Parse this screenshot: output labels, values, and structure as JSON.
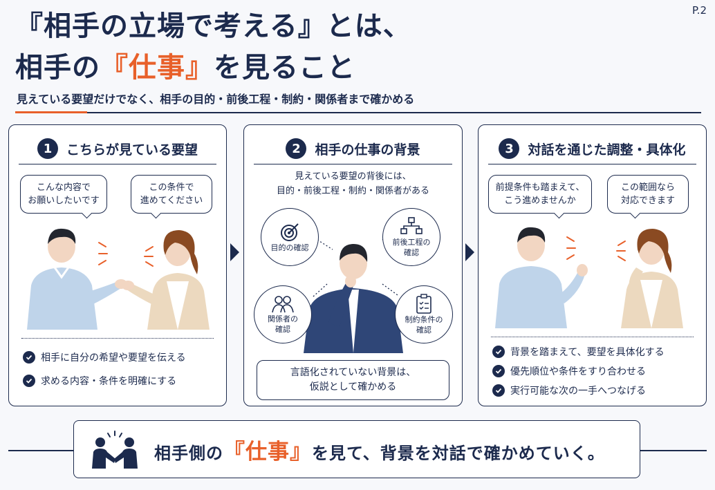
{
  "page_number": "P.2",
  "title": {
    "line1": "『相手の立場で考える』とは、",
    "line2_prefix": "相手の",
    "line2_accent": "『仕事』",
    "line2_suffix": "を見ること"
  },
  "subtitle": "見えている要望だけでなく、相手の目的・前後工程・制約・関係者まで確かめる",
  "colors": {
    "navy": "#1c2a4d",
    "accent": "#e8602a",
    "background": "#f7f8fb"
  },
  "panel1": {
    "number": "1",
    "title": "こちらが見ている要望",
    "bubble_left": [
      "こんな内容で",
      "お願いしたいです"
    ],
    "bubble_right": [
      "この条件で",
      "進めてください"
    ],
    "checks": [
      "相手に自分の希望や要望を伝える",
      "求める内容・条件を明確にする"
    ]
  },
  "panel2": {
    "number": "2",
    "title": "相手の仕事の背景",
    "intro": [
      "見えている要望の背後には、",
      "目的・前後工程・制約・関係者がある"
    ],
    "circles": {
      "purpose": {
        "label": [
          "目的の確認"
        ],
        "icon": "target-icon"
      },
      "process": {
        "label": [
          "前後工程の",
          "確認"
        ],
        "icon": "flow-diagram-icon"
      },
      "people": {
        "label": [
          "関係者の",
          "確認"
        ],
        "icon": "people-icon"
      },
      "constraints": {
        "label": [
          "制約条件の",
          "確認"
        ],
        "icon": "checklist-icon"
      }
    },
    "note": [
      "言語化されていない背景は、",
      "仮説として確かめる"
    ]
  },
  "panel3": {
    "number": "3",
    "title": "対話を通じた調整・具体化",
    "bubble_left": [
      "前提条件も踏まえて、",
      "こう進めませんか"
    ],
    "bubble_right": [
      "この範囲なら",
      "対応できます"
    ],
    "checks": [
      "背景を踏まえて、要望を具体化する",
      "優先順位や条件をすり合わせる",
      "実行可能な次の一手へつなげる"
    ]
  },
  "footer": {
    "icon": "handshake-icon",
    "prefix": "相手側の",
    "accent": "『仕事』",
    "suffix": "を見て、背景を対話で確かめていく。"
  }
}
